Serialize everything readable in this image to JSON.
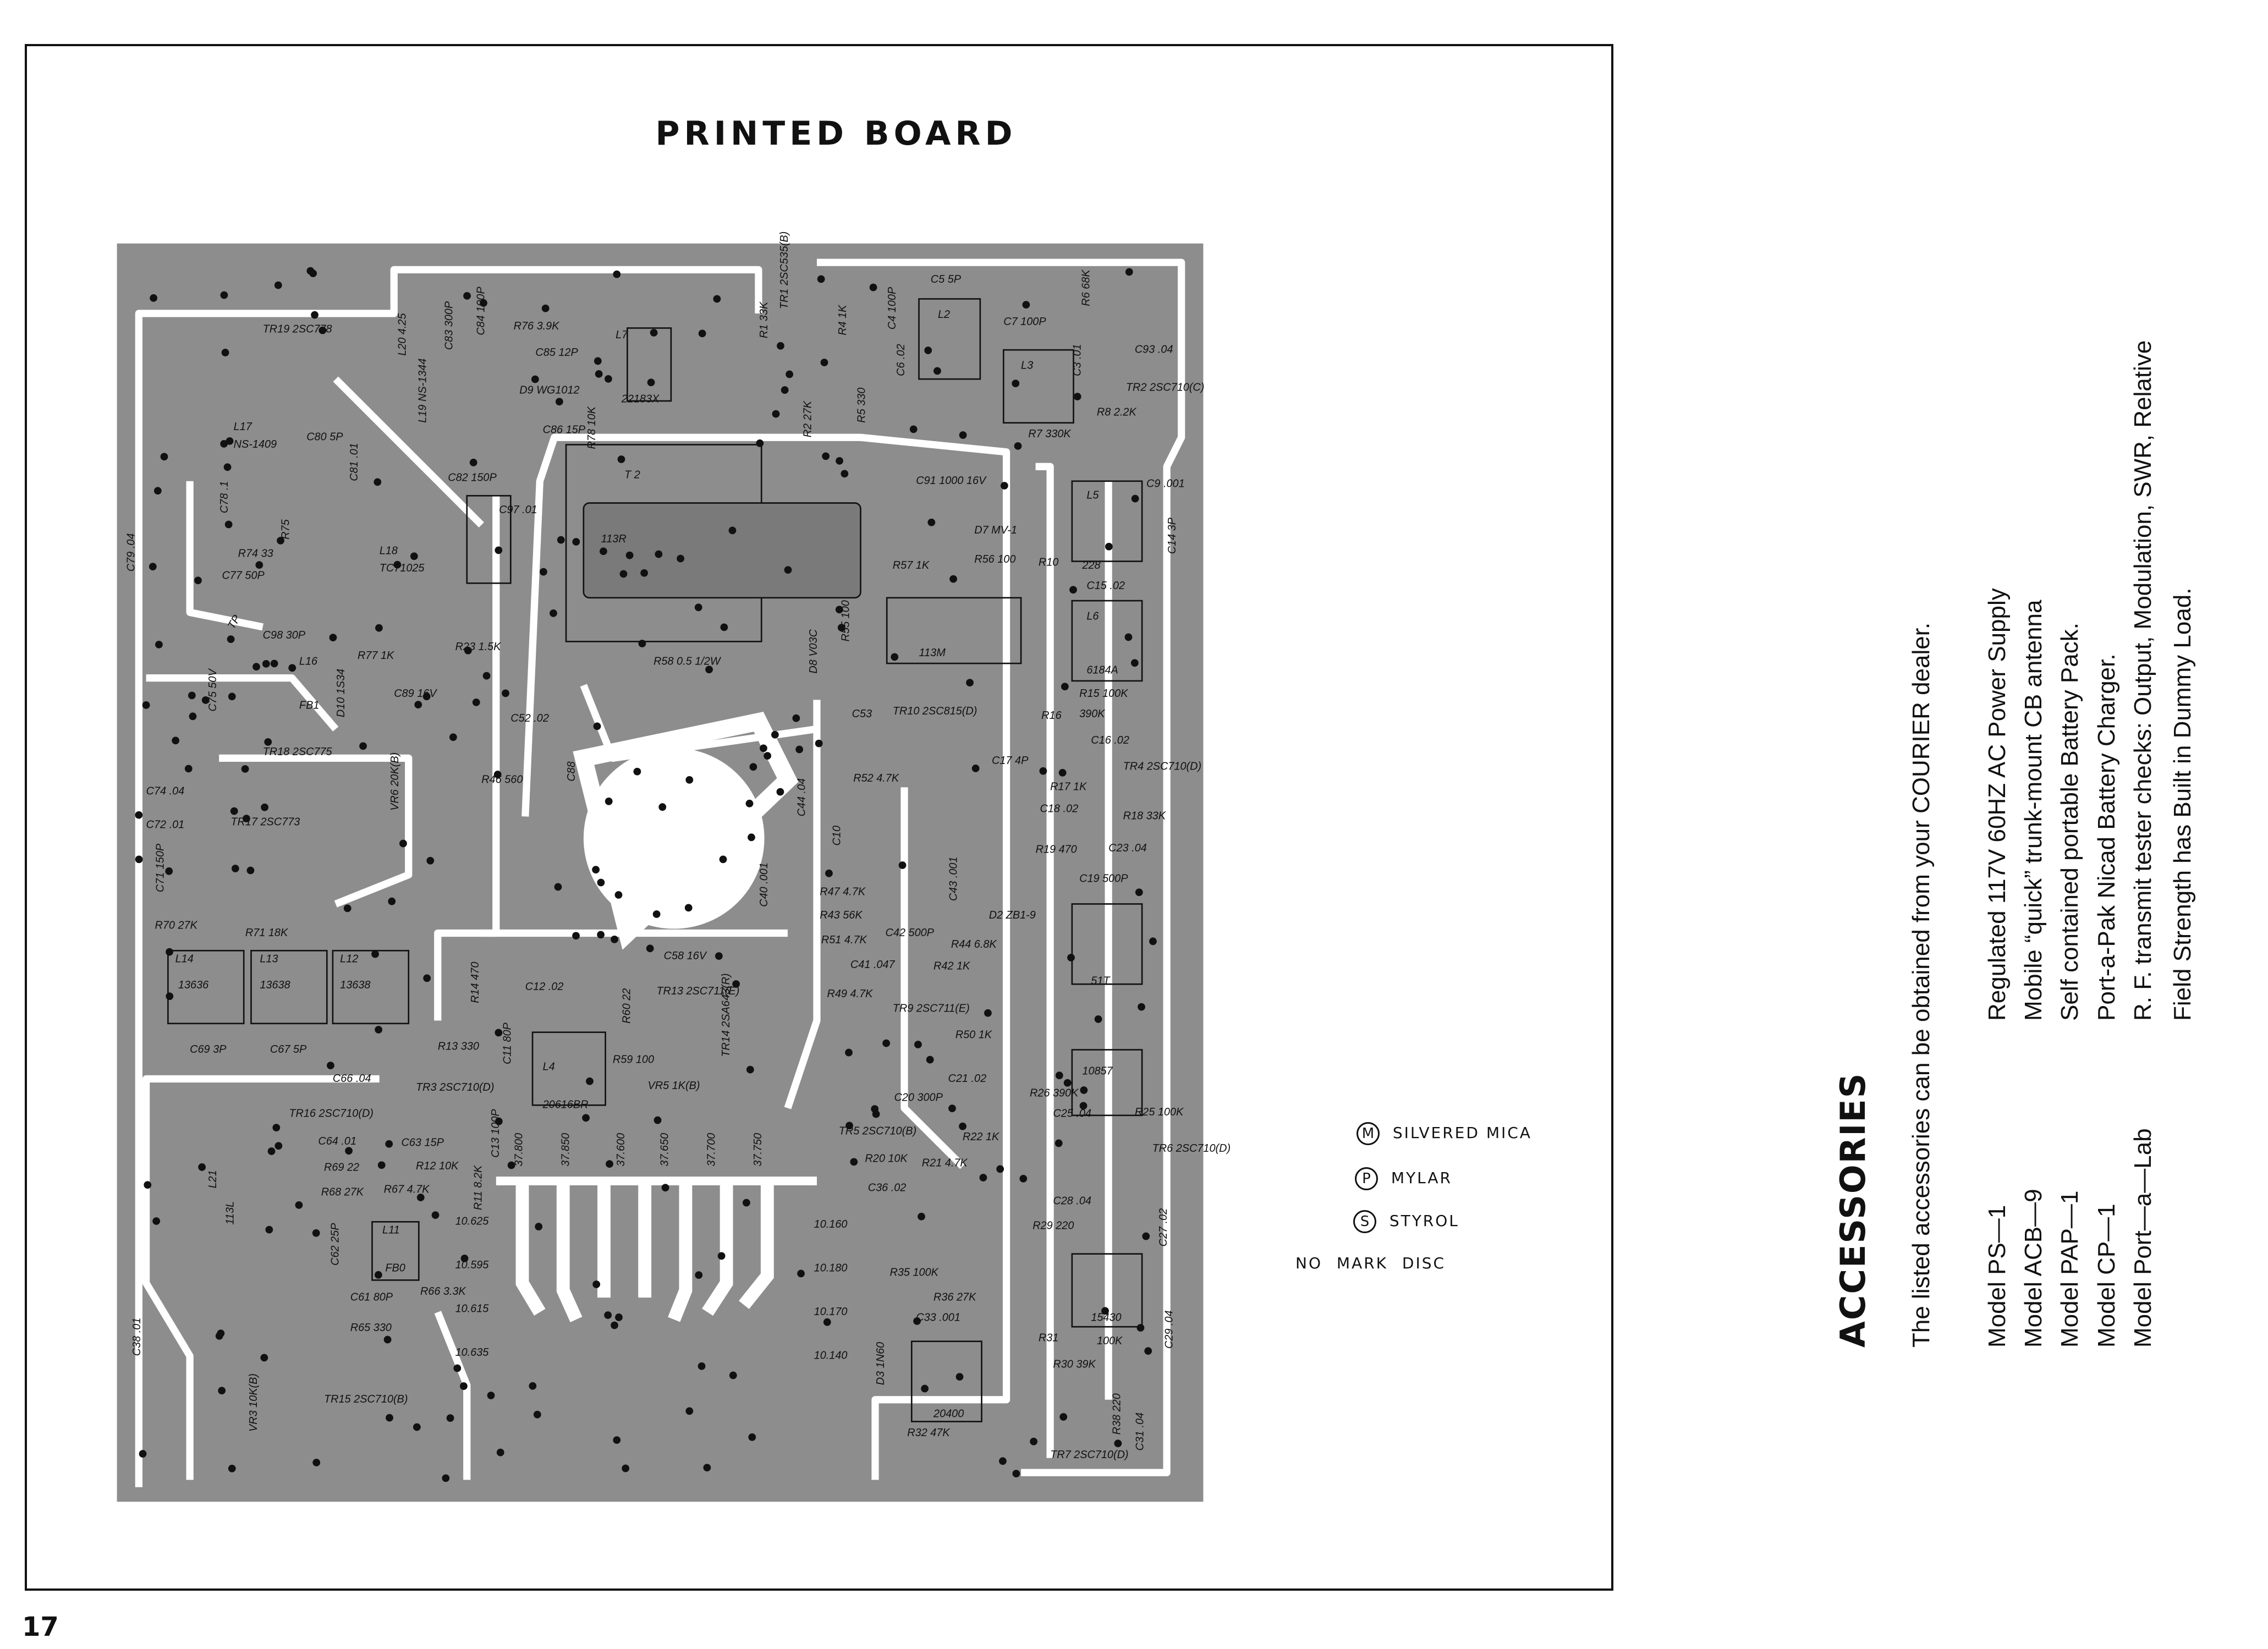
{
  "title": "PRINTED BOARD",
  "page_number": "17",
  "board": {
    "transformer_label": "T 2",
    "transformer_code": "113R",
    "coil_113m": "113M",
    "labels": [
      "TR19 2SC778",
      "L17",
      "NS-1409",
      "C80 5P",
      "C78 .1",
      "R75",
      "R74 33",
      "C77 50P",
      "C79 .04",
      "C98 30P",
      "TP",
      "L16",
      "FB1",
      "D10 1S34",
      "C75 50V",
      "TR18 2SC775",
      "C74 .04",
      "C72 .01",
      "TR17 2SC773",
      "C71 150P",
      "R70 27K",
      "R71 18K",
      "L14",
      "13636",
      "L13",
      "13638",
      "L12",
      "13638",
      "C69 3P",
      "C67 5P",
      "C66 .04",
      "TR16 2SC710(D)",
      "L21",
      "113L",
      "R65 330",
      "TR15 2SC710(B)",
      "L11",
      "FB0",
      "R66 3.3K",
      "C61 80P",
      "C62 25P",
      "R68 27K",
      "R67 4.7K",
      "R69 22",
      "C64 .01",
      "R76 3.9K",
      "C85 12P",
      "L7",
      "22183X",
      "TR1 2SC535(B)",
      "R1 33K",
      "C5 5P",
      "L2",
      "C7 100P",
      "L3",
      "TR2 2SC710(C)",
      "R7 330K",
      "R8 2.2K",
      "C9 .001",
      "L5",
      "D7 MV-1",
      "R57 1K",
      "R56 100",
      "R10",
      "228",
      "C15 .02",
      "L6",
      "6184A",
      "R15 100K",
      "R16",
      "390K",
      "C16 .02",
      "TR4 2SC710(D)",
      "C17 4P",
      "R17 1K",
      "R18 33K",
      "C18 .02",
      "R19 470",
      "C23 .04",
      "C19 500P",
      "51T",
      "10857",
      "R26 390K",
      "C25 .04",
      "R25 100K",
      "TR6 2SC710(D)",
      "R29 220",
      "C28 .04",
      "15430",
      "100K",
      "R31",
      "R30 39K",
      "TR7 2SC710(D)",
      "R32 47K",
      "20400",
      "D3 1N60",
      "C33 .001",
      "R35 100K",
      "R36 27K",
      "C36 .02",
      "R20 10K",
      "R21 4.7K",
      "R22 1K",
      "TR5 2SC710(B)",
      "C20 300P",
      "C21 .02",
      "R50 1K",
      "TR9 2SC711(E)",
      "R49 4.7K",
      "C41 .047",
      "R42 1K",
      "C42 500P",
      "R51 4.7K",
      "R43 56K",
      "R44 6.8K",
      "D2 ZB1-9",
      "R47 4.7K",
      "C43 .001",
      "C40 .001",
      "C44 .04",
      "C10",
      "R52 4.7K",
      "TR10 2SC815(D)",
      "C53",
      "D8 V03C",
      "R55 100",
      "R58 0.5 1/2W",
      "R23 1.5K",
      "R77 1K",
      "C89 16V",
      "C52 .02",
      "R46 560",
      "C88",
      "VR6 20K(B)",
      "C91 1000 16V",
      "L18",
      "TC71025",
      "C82 150P",
      "C81 .01",
      "C97 .01",
      "D9 WG1012",
      "L19 NS-1344",
      "R78 10K",
      "R2 27K",
      "R4 1K",
      "R5 330",
      "L20 4.25",
      "C83 300P",
      "C84 100P",
      "C86 15P",
      "C58 16V",
      "TR13 2SC711(E)",
      "R14 470",
      "C12 .02",
      "C11 80P",
      "R13 330",
      "TR3 2SC710(D)",
      "C13 100P",
      "C63 15P",
      "R12 10K",
      "L4",
      "20616BR",
      "VR5 1K(B)",
      "TR14 2SA643(R)",
      "R59 100",
      "R60 22",
      "R11 8.2K",
      "C38 .01",
      "VR3 10K(B)",
      "37.800",
      "37.850",
      "37.600",
      "37.650",
      "37.700",
      "37.750",
      "10.625",
      "10.595",
      "10.615",
      "10.635",
      "10.160",
      "10.180",
      "10.170",
      "10.140",
      "C6 .02",
      "C4 100P",
      "C3 .01",
      "R6 68K",
      "C93 .04",
      "C14 3P",
      "C31 .04",
      "C29 .04",
      "C27 .02",
      "R38 220"
    ]
  },
  "legend": [
    {
      "symbol": "M",
      "text": "SILVERED MICA"
    },
    {
      "symbol": "P",
      "text": "MYLAR"
    },
    {
      "symbol": "S",
      "text": "STYROL"
    }
  ],
  "legend_nomark": "NO MARK DISC",
  "accessories": {
    "heading": "ACCESSORIES",
    "intro": "The listed accessories can be obtained from your COURIER dealer.",
    "items": [
      {
        "model": "Model PS—1",
        "desc": "Regulated 117V 60HZ AC Power Supply"
      },
      {
        "model": "Model ACB—9",
        "desc": "Mobile “quick” trunk-mount CB antenna"
      },
      {
        "model": "Model PAP—1",
        "desc": "Self contained portable Battery Pack."
      },
      {
        "model": "Model CP—1",
        "desc": "Port-a-Pak Nicad Battery Charger."
      },
      {
        "model": "Model Port—a—Lab",
        "desc": "R. F. transmit tester checks: Output, Modulation, SWR, Relative"
      }
    ],
    "continuation": "Field Strength has Built in Dummy Load."
  }
}
